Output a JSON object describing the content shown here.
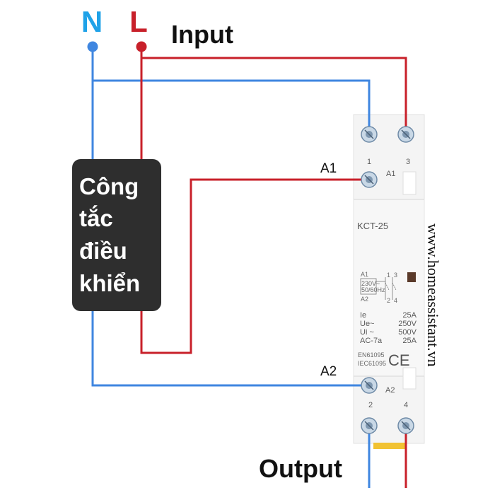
{
  "labels": {
    "neutral": "N",
    "live": "L",
    "input": "Input",
    "output": "Output",
    "a1_wire": "A1",
    "a2_wire": "A2"
  },
  "control_switch": {
    "line1": "Công",
    "line2": "tắc",
    "line3": "điều",
    "line4": "khiển"
  },
  "contactor": {
    "model": "KCT-25",
    "terminal_1": "1",
    "terminal_3": "3",
    "terminal_2": "2",
    "terminal_4": "4",
    "coil_a1": "A1",
    "coil_a2": "A2",
    "schem_a1": "A1",
    "schem_a2": "A2",
    "schem_1": "1",
    "schem_3": "3",
    "schem_2": "2",
    "schem_4": "4",
    "schem_voltage1": "230V~",
    "schem_voltage2": "50/60Hz",
    "spec_ie_label": "Ie",
    "spec_ie_value": "25A",
    "spec_ue_label": "Ue~",
    "spec_ue_value": "250V",
    "spec_ui_label": "Ui ~",
    "spec_ui_value": "500V",
    "spec_ac_label": "AC-7a",
    "spec_ac_value": "25A",
    "std1": "EN61095",
    "std2": "IEC61095",
    "ce_mark": "CE"
  },
  "watermark": "www.homeassistant.vn",
  "colors": {
    "neutral_wire": "#3f86e0",
    "live_wire": "#c8202a",
    "neutral_label": "#1fa2e8",
    "live_label": "#c8202a",
    "switch_box": "#2e2e2e",
    "contactor_body": "#f2f2f2"
  }
}
